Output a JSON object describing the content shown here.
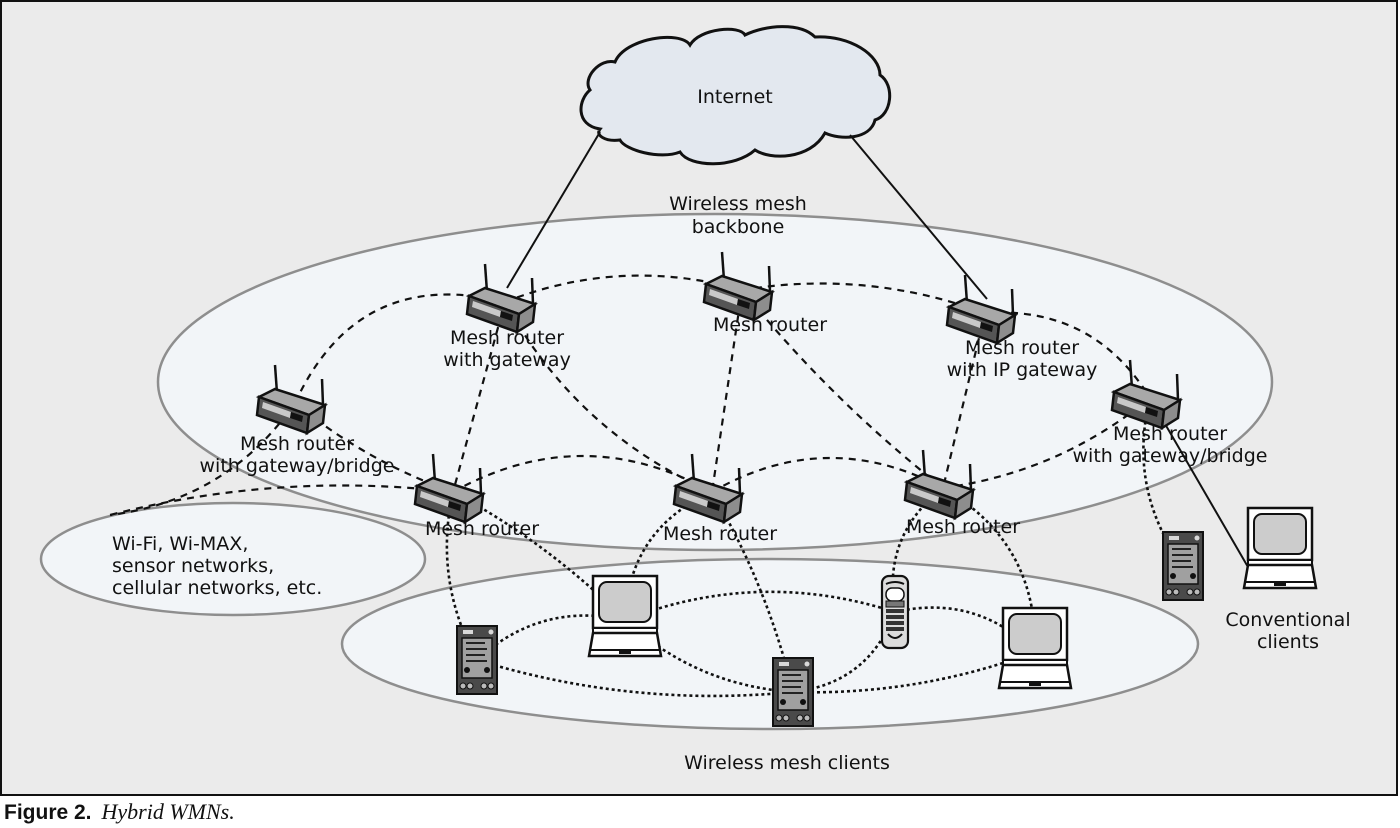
{
  "diagram": {
    "type": "network-topology",
    "title": "Hybrid WMNs",
    "colors": {
      "background": "#ebebeb",
      "zone_fill": "#f2f5f8",
      "zone_stroke": "#8e8e8e",
      "cloud_fill": "#e3e8ef",
      "device_dark": "#4a4a4a",
      "device_mid": "#9a9a9a",
      "screen_fill": "#cccccc"
    },
    "cloud": {
      "label": "Internet"
    },
    "zones": {
      "backbone": {
        "label_line1": "Wireless mesh",
        "label_line2": "backbone"
      },
      "other_networks": {
        "line1": "Wi-Fi, Wi-MAX,",
        "line2": "sensor networks,",
        "line3": "cellular networks, etc."
      },
      "clients": {
        "label": "Wireless mesh clients"
      }
    },
    "routers": [
      {
        "id": "r1",
        "line1": "Mesh router",
        "line2": "with gateway",
        "icon": "wireless-router-icon"
      },
      {
        "id": "r2",
        "line1": "Mesh router",
        "line2": "",
        "icon": "wireless-router-icon"
      },
      {
        "id": "r3",
        "line1": "Mesh router",
        "line2": "with IP gateway",
        "icon": "wireless-router-icon"
      },
      {
        "id": "r4",
        "line1": "Mesh router",
        "line2": "with gateway/bridge",
        "icon": "wireless-router-icon"
      },
      {
        "id": "r5",
        "line1": "Mesh router",
        "line2": "with gateway/bridge",
        "icon": "wireless-router-icon"
      },
      {
        "id": "r6",
        "line1": "Mesh router",
        "line2": "",
        "icon": "wireless-router-icon"
      },
      {
        "id": "r7",
        "line1": "Mesh router",
        "line2": "",
        "icon": "wireless-router-icon"
      },
      {
        "id": "r8",
        "line1": "Mesh router",
        "line2": "",
        "icon": "wireless-router-icon"
      }
    ],
    "clients": [
      {
        "id": "c1",
        "kind": "pda",
        "icon": "pda-icon"
      },
      {
        "id": "c2",
        "kind": "laptop",
        "icon": "laptop-icon"
      },
      {
        "id": "c3",
        "kind": "pda",
        "icon": "pda-icon"
      },
      {
        "id": "c4",
        "kind": "cell-phone",
        "icon": "cell-phone-icon"
      },
      {
        "id": "c5",
        "kind": "laptop",
        "icon": "laptop-icon"
      }
    ],
    "conventional_clients": {
      "label_line1": "Conventional",
      "label_line2": "clients",
      "devices": [
        {
          "id": "cc1",
          "kind": "pda",
          "icon": "pda-icon"
        },
        {
          "id": "cc2",
          "kind": "laptop",
          "icon": "laptop-icon"
        }
      ]
    },
    "links": {
      "wired": [
        [
          "internet",
          "r1"
        ],
        [
          "internet",
          "r3"
        ],
        [
          "r5",
          "cc2"
        ]
      ],
      "mesh_wireless": [
        [
          "r4",
          "r1"
        ],
        [
          "r1",
          "r2"
        ],
        [
          "r2",
          "r3"
        ],
        [
          "r3",
          "r5"
        ],
        [
          "r4",
          "r6"
        ],
        [
          "r1",
          "r6"
        ],
        [
          "r1",
          "r7"
        ],
        [
          "r2",
          "r7"
        ],
        [
          "r2",
          "r8"
        ],
        [
          "r6",
          "r7"
        ],
        [
          "r7",
          "r8"
        ],
        [
          "r3",
          "r8"
        ],
        [
          "r8",
          "r5"
        ],
        [
          "r4",
          "other_networks"
        ],
        [
          "r6",
          "other_networks"
        ]
      ],
      "client_wireless": [
        [
          "r6",
          "c1"
        ],
        [
          "r6",
          "c2"
        ],
        [
          "r7",
          "c2"
        ],
        [
          "r7",
          "c3"
        ],
        [
          "r8",
          "c4"
        ],
        [
          "r8",
          "c5"
        ],
        [
          "c1",
          "c2"
        ],
        [
          "c1",
          "c3"
        ],
        [
          "c2",
          "c4"
        ],
        [
          "c2",
          "c3"
        ],
        [
          "c3",
          "c4"
        ],
        [
          "c4",
          "c5"
        ],
        [
          "c3",
          "c5"
        ],
        [
          "r5",
          "cc1"
        ]
      ]
    }
  },
  "caption": {
    "figure_label": "Figure 2.",
    "text": "Hybrid WMNs."
  }
}
